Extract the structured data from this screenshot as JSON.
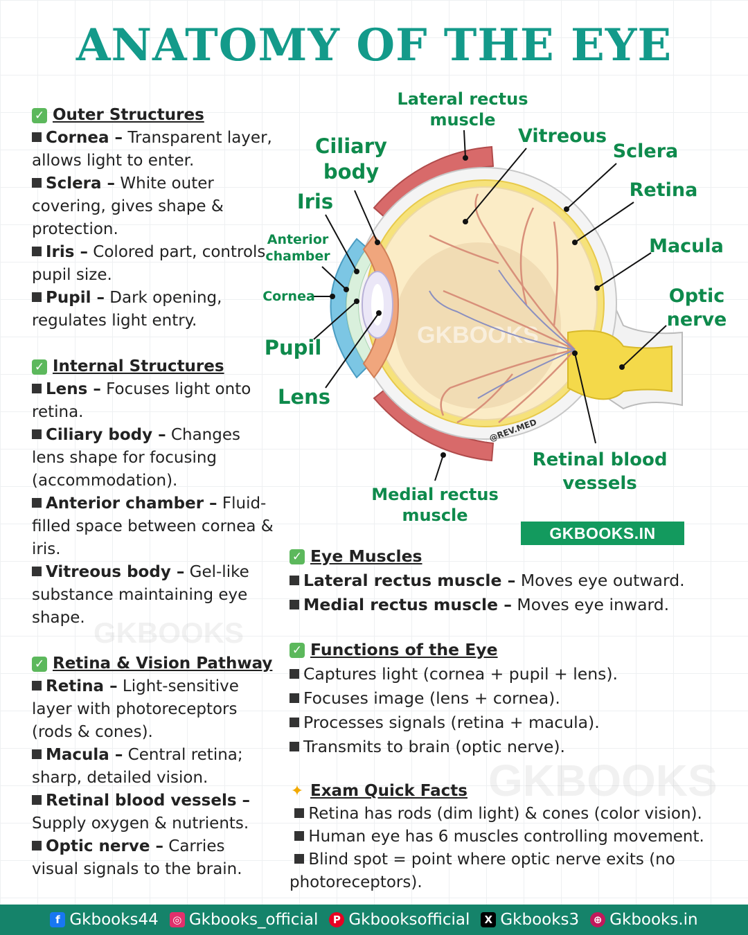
{
  "title": "ANATOMY OF THE EYE",
  "left": {
    "outer": {
      "heading": "Outer Structures",
      "items": [
        {
          "term": "Cornea –",
          "desc": " Transparent layer, allows light to enter."
        },
        {
          "term": "Sclera –",
          "desc": " White outer covering, gives shape & protection."
        },
        {
          "term": "Iris –",
          "desc": " Colored part, controls pupil size."
        },
        {
          "term": "Pupil –",
          "desc": " Dark opening, regulates light entry."
        }
      ]
    },
    "internal": {
      "heading": "Internal Structures",
      "items": [
        {
          "term": "Lens –",
          "desc": " Focuses light onto retina."
        },
        {
          "term": "Ciliary body –",
          "desc": " Changes lens shape for focusing (accommodation)."
        },
        {
          "term": "Anterior chamber –",
          "desc": " Fluid-filled space between cornea & iris."
        },
        {
          "term": "Vitreous body –",
          "desc": " Gel-like substance maintaining eye shape."
        }
      ]
    },
    "retina": {
      "heading": "Retina & Vision Pathway",
      "items": [
        {
          "term": "Retina –",
          "desc": " Light-sensitive layer with photoreceptors (rods & cones)."
        },
        {
          "term": "Macula –",
          "desc": " Central retina; sharp, detailed vision."
        },
        {
          "term": "Retinal blood vessels –",
          "desc": " Supply oxygen & nutrients."
        },
        {
          "term": "Optic nerve –",
          "desc": " Carries visual signals to the brain."
        }
      ]
    }
  },
  "diagram": {
    "labels": {
      "lateral_rectus_1": "Lateral rectus",
      "lateral_rectus_2": "muscle",
      "ciliary_1": "Ciliary",
      "ciliary_2": "body",
      "vitreous": "Vitreous",
      "sclera": "Sclera",
      "retina": "Retina",
      "iris": "Iris",
      "anterior_1": "Anterior",
      "anterior_2": "chamber",
      "macula": "Macula",
      "cornea": "Cornea",
      "optic_1": "Optic",
      "optic_2": "nerve",
      "pupil": "Pupil",
      "lens": "Lens",
      "retinal_1": "Retinal blood",
      "retinal_2": "vessels",
      "medial_1": "Medial rectus",
      "medial_2": "muscle",
      "credit": "@REV.MED",
      "watermark": "GKBOOKS"
    }
  },
  "badge": "GKBOOKS.IN",
  "right": {
    "muscles": {
      "heading": "Eye Muscles",
      "items": [
        {
          "term": "Lateral rectus muscle –",
          "desc": " Moves eye outward."
        },
        {
          "term": "Medial rectus muscle –",
          "desc": " Moves eye inward."
        }
      ]
    },
    "functions": {
      "heading": "Functions of the Eye",
      "items": [
        "Captures light (cornea + pupil + lens).",
        "Focuses image (lens + cornea).",
        "Processes signals (retina + macula).",
        "Transmits to brain (optic nerve)."
      ]
    },
    "facts": {
      "heading": "Exam Quick Facts",
      "items": [
        "Retina has rods (dim light) & cones (color vision).",
        "Human eye has 6 muscles controlling movement.",
        "Blind spot = point where optic nerve exits (no photoreceptors)."
      ]
    }
  },
  "watermarks": {
    "left": "GKBOOKS",
    "right": "GKBOOKS"
  },
  "footer": [
    {
      "icon": "facebook-icon",
      "text": "Gkbooks44",
      "color": "#1877f2"
    },
    {
      "icon": "instagram-icon",
      "text": "Gkbooks_official",
      "color": "#e1306c"
    },
    {
      "icon": "pinterest-icon",
      "text": "Gkbooksofficial",
      "color": "#e60023"
    },
    {
      "icon": "x-icon",
      "text": "Gkbooks3",
      "color": "#000000"
    },
    {
      "icon": "globe-icon",
      "text": "Gkbooks.in",
      "color": "#c2185b"
    }
  ],
  "colors": {
    "title": "#139a8a",
    "badge": "#139a5e",
    "footer": "#15836a",
    "label": "#0e8a4c"
  }
}
